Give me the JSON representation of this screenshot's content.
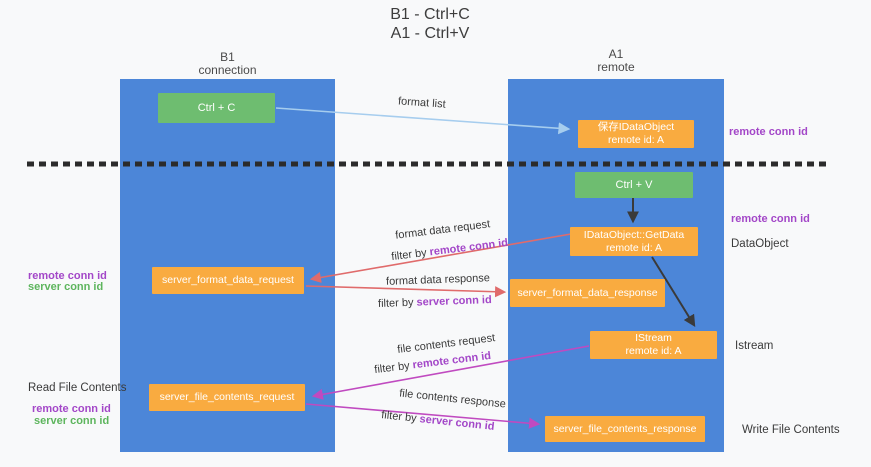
{
  "title": {
    "line1": "B1 - Ctrl+C",
    "line2": "A1 - Ctrl+V"
  },
  "columns": {
    "left": {
      "name": "B1",
      "role": "connection"
    },
    "right": {
      "name": "A1",
      "role": "remote"
    }
  },
  "nodes": {
    "ctrl_c": {
      "label": "Ctrl + C"
    },
    "ctrl_v": {
      "label": "Ctrl + V"
    },
    "save_dataobject": {
      "line1": "保存IDataObject",
      "line2": "remote id: A"
    },
    "getdata": {
      "line1": "IDataObject::GetData",
      "line2": "remote id: A"
    },
    "istream": {
      "line1": "IStream",
      "line2": "remote id: A"
    },
    "server_format_data_request": {
      "label": "server_format_data_request"
    },
    "server_format_data_response": {
      "label": "server_format_data_response"
    },
    "server_file_contents_request": {
      "label": "server_file_contents_request"
    },
    "server_file_contents_response": {
      "label": "server_file_contents_response"
    }
  },
  "terms": {
    "filter_by": "filter by ",
    "remote_conn_id": "remote conn id",
    "server_conn_id": "server conn id"
  },
  "arrow_labels": {
    "format_list": "format list",
    "format_data_request": "format data request",
    "format_data_response": "format data response",
    "file_contents_request": "file contents request",
    "file_contents_response": "file contents response"
  },
  "side_labels": {
    "dataobject": "DataObject",
    "istream": "Istream",
    "read_file_contents": "Read File Contents",
    "write_file_contents": "Write File Contents"
  },
  "colors": {
    "canvas-bg": "#f8f9fa",
    "column-blue": "#4c86d8",
    "node-orange": "#f9ab40",
    "node-green": "#6ebd70",
    "arrow-lightblue": "#a6cdee",
    "arrow-salmon": "#e06b6b",
    "arrow-magenta": "#c04ac0",
    "arrow-black": "#3a3a3a",
    "text-purple": "#a347c8",
    "text-green": "#5db55d",
    "text-dark": "#3a3a3a",
    "dash-dark": "#2b2b2b"
  }
}
